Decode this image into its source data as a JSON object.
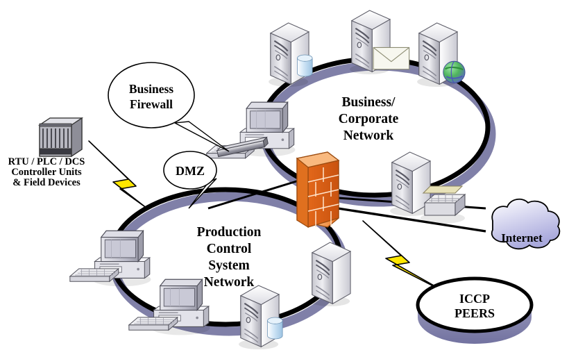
{
  "diagram": {
    "type": "network-architecture-diagram",
    "background_color": "#ffffff",
    "palette": {
      "ring_outline": "#000000",
      "ring_shadow": "#8080a8",
      "firewall_orange": "#f07d28",
      "firewall_light": "#f9a867",
      "lightning_yellow": "#ffe700",
      "cloud_fill": "#c3c3e8",
      "device_gray": "#e9e9ee",
      "device_dark": "#9a9aa6",
      "db_blue": "#bcd8ef",
      "globe_green": "#3cb44b",
      "globe_blue": "#6a6fd0",
      "iccp_shadow": "#8080a8",
      "text_color": "#000000"
    },
    "zones": [
      {
        "id": "business",
        "label": "Business/\nCorporate\nNetwork",
        "label_lines": [
          "Business/",
          "Corporate",
          "Network"
        ],
        "shape": "ring"
      },
      {
        "id": "production",
        "label": "Production\nControl\nSystem\nNetwork",
        "label_lines": [
          "Production",
          "Control",
          "System",
          "Network"
        ],
        "shape": "ring"
      }
    ],
    "callouts": [
      {
        "id": "business-firewall",
        "lines": [
          "Business",
          "Firewall"
        ],
        "shape": "ellipse-callout"
      },
      {
        "id": "dmz",
        "lines": [
          "DMZ"
        ],
        "shape": "ellipse-callout"
      }
    ],
    "nodes": [
      {
        "id": "rtu",
        "icon": "rack-device-icon",
        "label_lines": [
          "RTU / PLC / DCS",
          "Controller Units",
          "& Field Devices"
        ]
      },
      {
        "id": "firewall",
        "icon": "firewall-brick-icon",
        "label": ""
      },
      {
        "id": "internet",
        "icon": "cloud-icon",
        "label": "Internet"
      },
      {
        "id": "iccp",
        "icon": "disc-icon",
        "label_lines": [
          "ICCP",
          "PEERS"
        ]
      },
      {
        "id": "biz-db-server",
        "icon": "server-with-database-icon",
        "label": ""
      },
      {
        "id": "biz-mail-server",
        "icon": "server-with-envelope-icon",
        "label": ""
      },
      {
        "id": "biz-web-server",
        "icon": "server-with-globe-icon",
        "label": ""
      },
      {
        "id": "biz-workstation",
        "icon": "desktop-pc-icon",
        "label": ""
      },
      {
        "id": "biz-print-server",
        "icon": "server-with-printer-icon",
        "label": ""
      },
      {
        "id": "dmz-segment",
        "icon": "network-bar-icon",
        "label": ""
      },
      {
        "id": "pcs-workstation-1",
        "icon": "desktop-pc-icon",
        "label": ""
      },
      {
        "id": "pcs-workstation-2",
        "icon": "desktop-pc-icon",
        "label": ""
      },
      {
        "id": "pcs-db-server",
        "icon": "server-with-database-icon",
        "label": ""
      },
      {
        "id": "pcs-server",
        "icon": "server-icon",
        "label": ""
      }
    ],
    "links": [
      {
        "id": "rtu-wireless",
        "type": "lightning",
        "from": "rtu",
        "to": "production"
      },
      {
        "id": "iccp-wireless",
        "type": "lightning",
        "from": "firewall",
        "to": "iccp"
      },
      {
        "id": "firewall-internet",
        "type": "line",
        "from": "firewall",
        "to": "internet"
      },
      {
        "id": "firewall-business",
        "type": "line",
        "from": "firewall",
        "to": "business"
      },
      {
        "id": "firewall-production",
        "type": "line",
        "from": "firewall",
        "to": "production"
      }
    ]
  },
  "labels": {
    "rtu_line1": "RTU / PLC / DCS",
    "rtu_line2": "Controller Units",
    "rtu_line3": "& Field Devices",
    "business_firewall_line1": "Business",
    "business_firewall_line2": "Firewall",
    "dmz": "DMZ",
    "business_line1": "Business/",
    "business_line2": "Corporate",
    "business_line3": "Network",
    "production_line1": "Production",
    "production_line2": "Control",
    "production_line3": "System",
    "production_line4": "Network",
    "internet": "Internet",
    "iccp_line1": "ICCP",
    "iccp_line2": "PEERS"
  }
}
